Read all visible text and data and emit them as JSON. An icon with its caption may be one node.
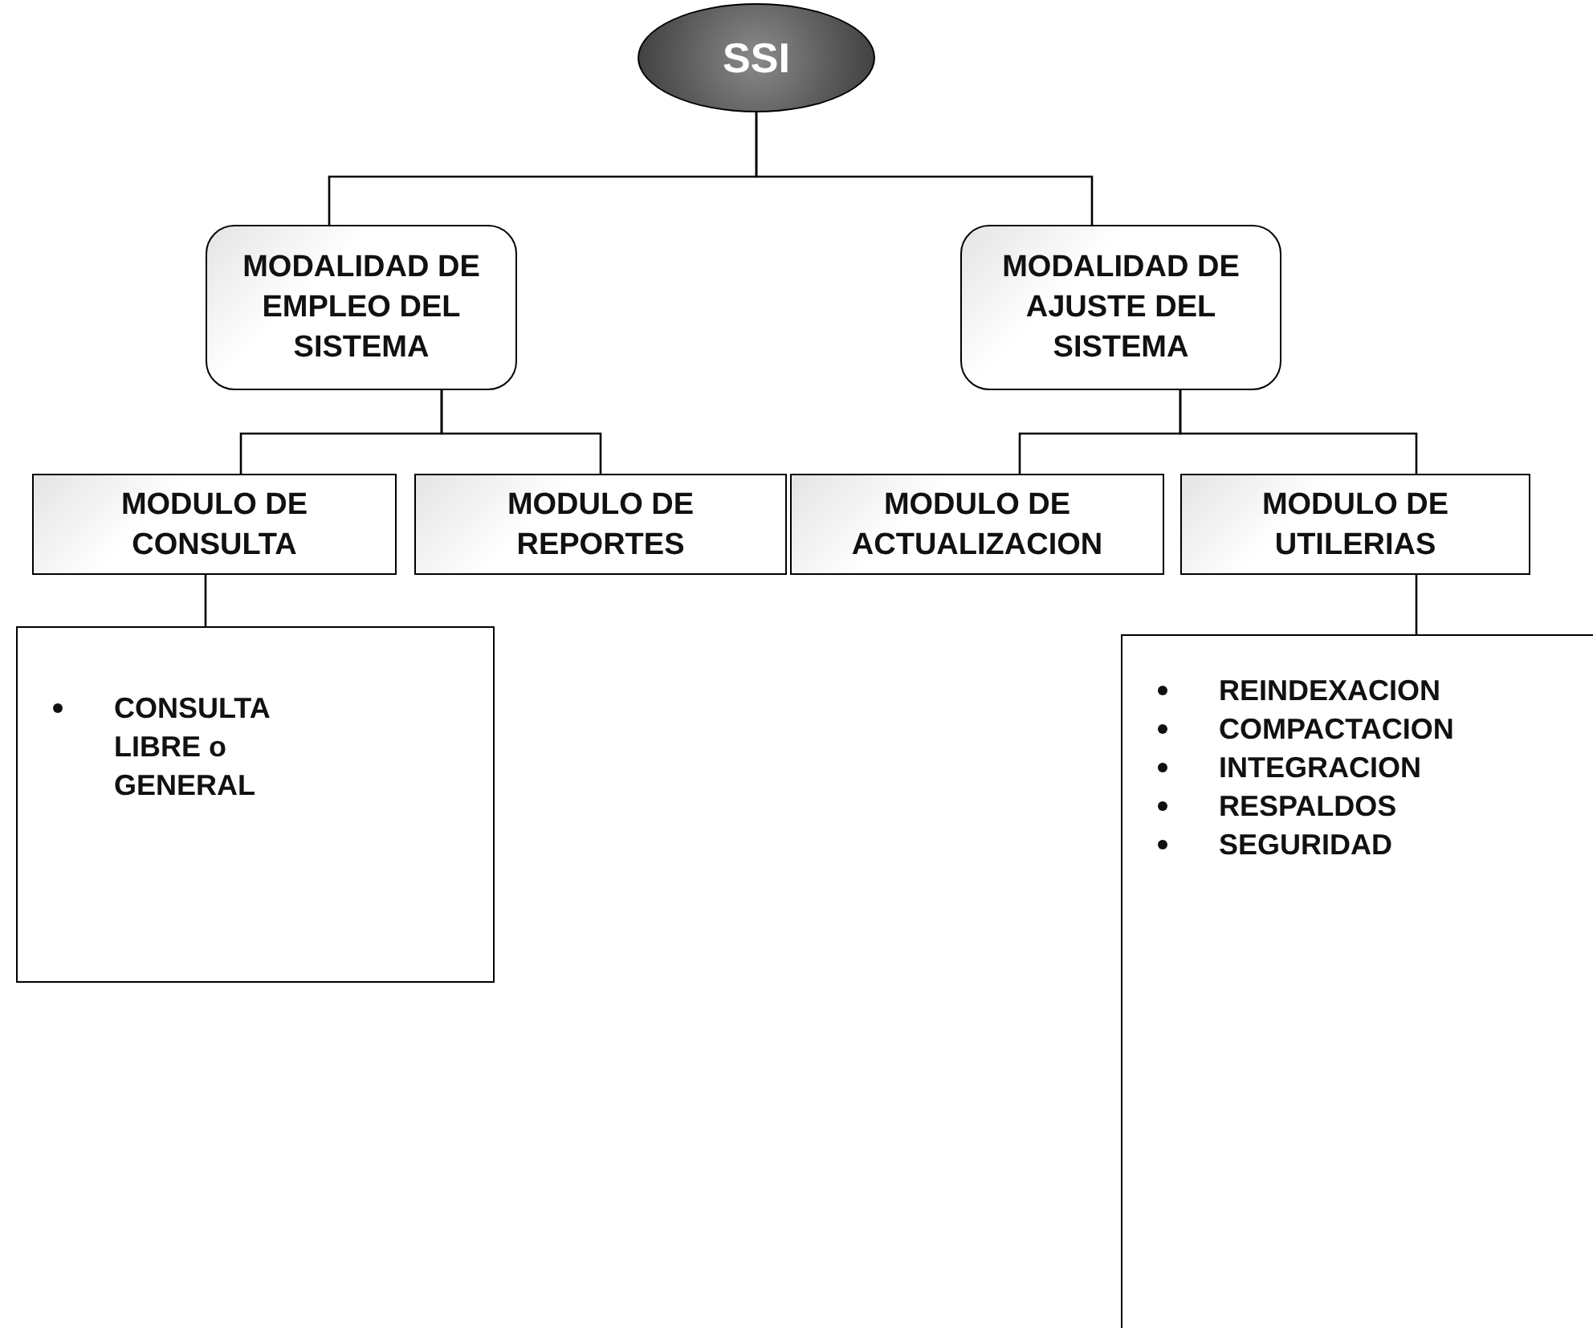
{
  "diagram": {
    "nodes": [
      {
        "text": [
          "SSI"
        ]
      },
      {
        "text": [
          "MODALIDAD DE EMPLEO DEL SISTEMA"
        ]
      },
      {
        "text": [
          "MODALIDAD DE AJUSTE DEL SISTEMA"
        ]
      },
      {
        "text": [
          "MODULO DE CONSULTA"
        ]
      },
      {
        "text": [
          "MODULO DE REPORTES"
        ]
      },
      {
        "text": [
          "MODULO DE ACTUALIZACION"
        ]
      },
      {
        "text": [
          "MODULO DE UTILERIAS"
        ]
      },
      {
        "text": [
          "CONSULTA LIBRE o GENERAL"
        ]
      },
      {
        "text": [
          "REINDEXACION",
          "COMPACTACION",
          "INTEGRACION",
          "RESPALDOS",
          "SEGURIDAD"
        ]
      }
    ],
    "edges": [
      {
        "from": 0,
        "to": 1,
        "arrow": "none"
      },
      {
        "from": 0,
        "to": 2,
        "arrow": "none"
      },
      {
        "from": 1,
        "to": 3,
        "arrow": "none"
      },
      {
        "from": 1,
        "to": 4,
        "arrow": "none"
      },
      {
        "from": 2,
        "to": 5,
        "arrow": "none"
      },
      {
        "from": 2,
        "to": 6,
        "arrow": "none"
      },
      {
        "from": 3,
        "to": 7,
        "arrow": "none"
      },
      {
        "from": 6,
        "to": 8,
        "arrow": "none"
      }
    ]
  }
}
